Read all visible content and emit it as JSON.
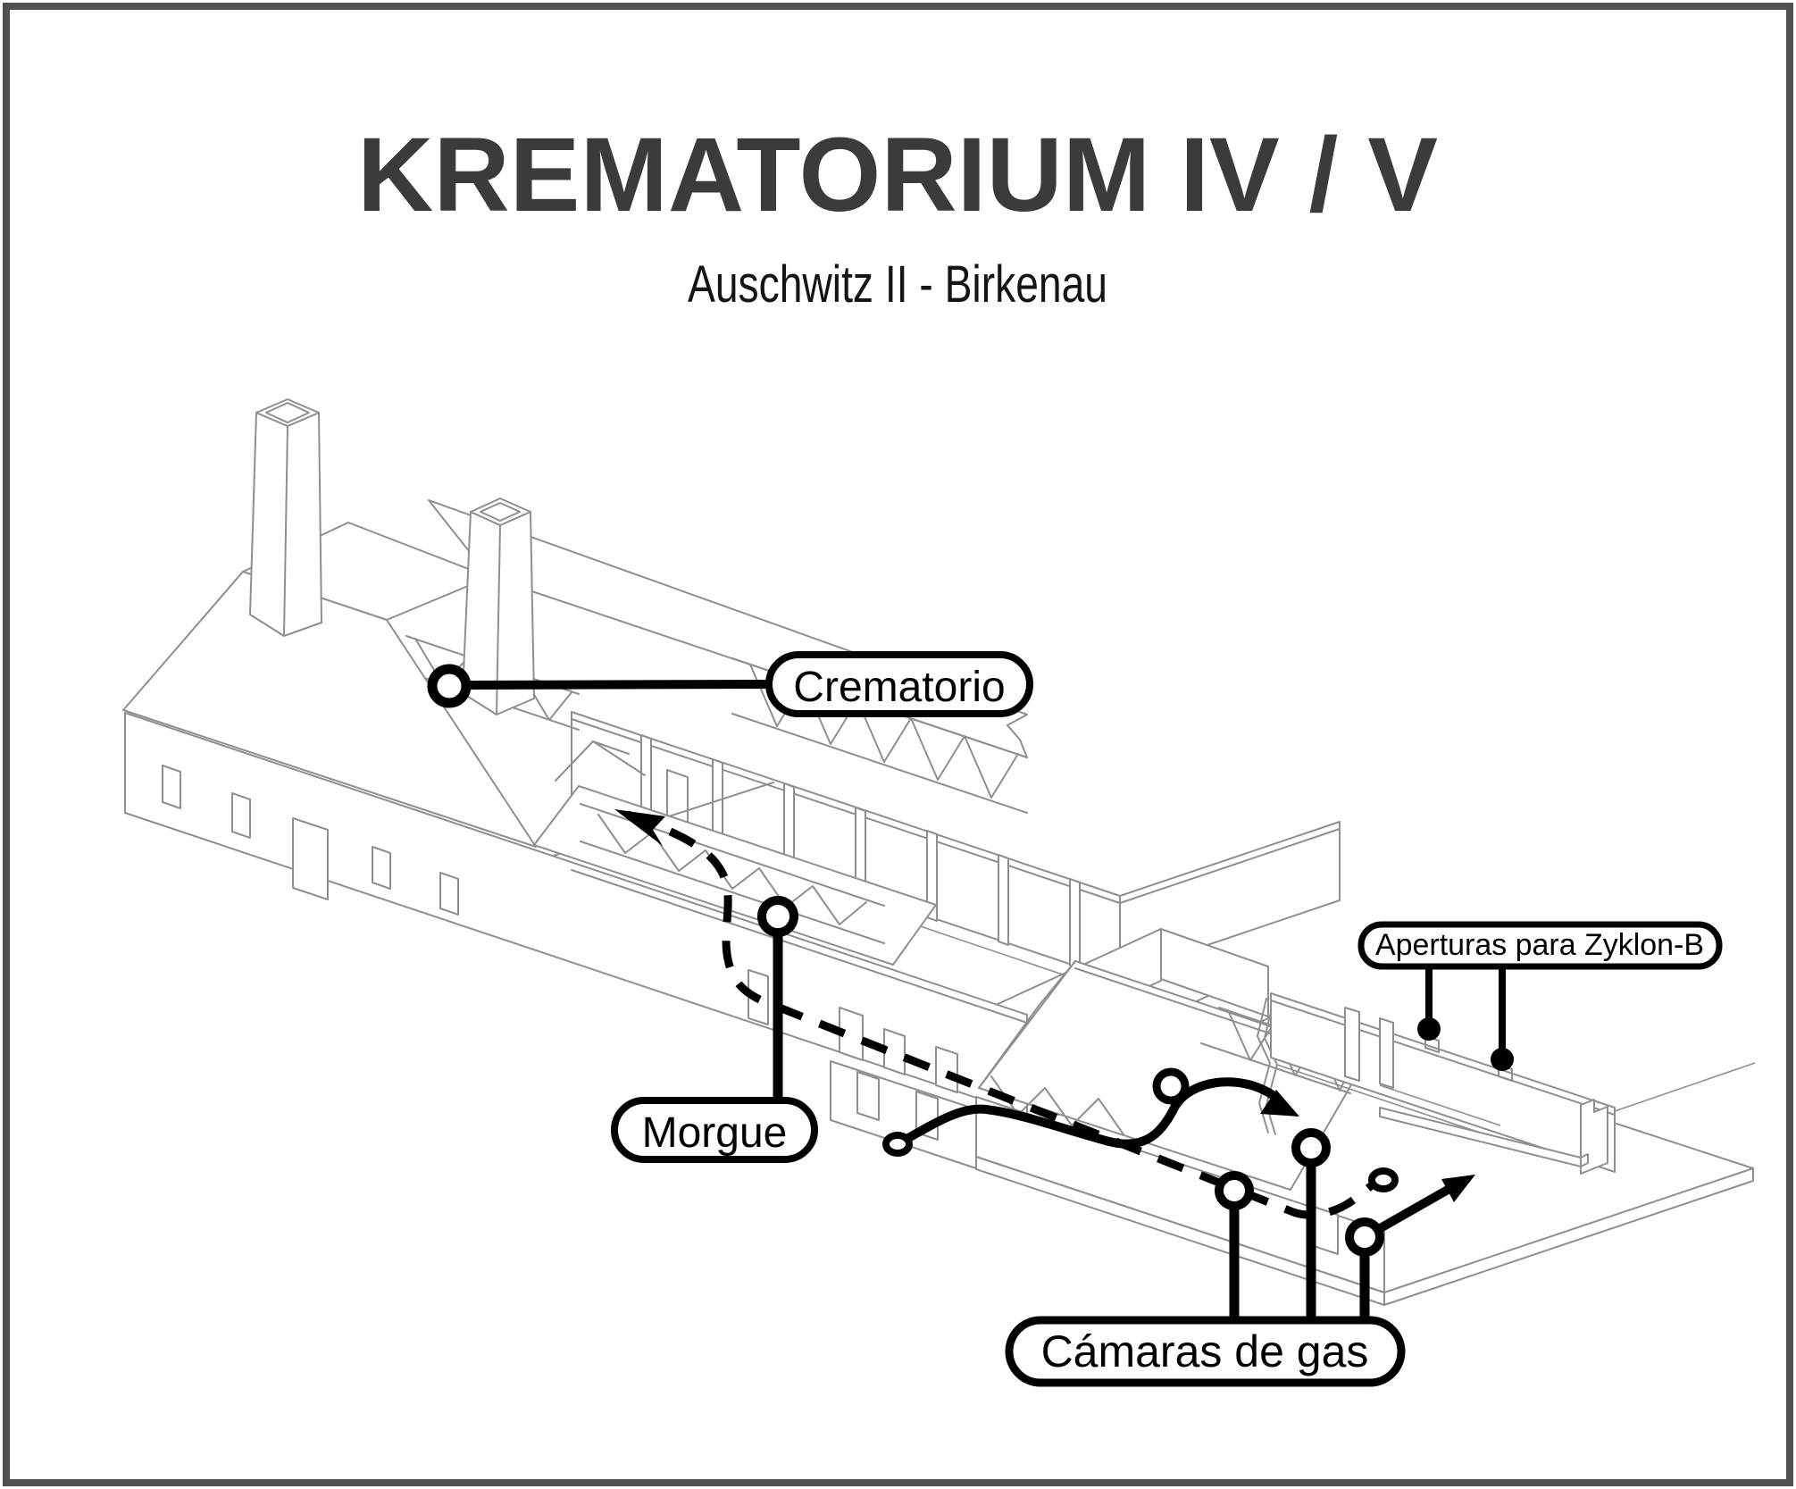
{
  "header": {
    "title": "KREMATORIUM IV / V",
    "subtitle": "Auschwitz II - Birkenau"
  },
  "labels": {
    "crematorio": "Crematorio",
    "morgue": "Morgue",
    "camaras_de_gas": "Cámaras de gas",
    "aperturas_zyklon": "Aperturas para Zyklon-B"
  },
  "colors": {
    "frame": "#505050",
    "line": "#8f8f8f",
    "ink": "#000000",
    "title": "#3b3b3b",
    "subtitle": "#141414",
    "bg": "#ffffff"
  }
}
